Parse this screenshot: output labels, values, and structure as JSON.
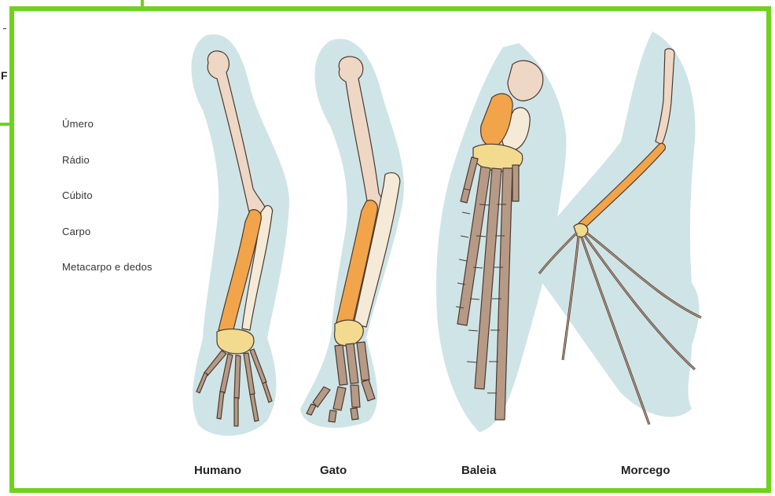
{
  "corner": {
    "letter": "F"
  },
  "legend": {
    "items": [
      {
        "label": "Úmero",
        "color": "#efd7c5"
      },
      {
        "label": "Rádio",
        "color": "#f2a44a"
      },
      {
        "label": "Cúbito",
        "color": "#f5ead7"
      },
      {
        "label": "Carpo",
        "color": "#f2da8e"
      },
      {
        "label": "Metacarpo e dedos",
        "color": "#b69a86"
      }
    ]
  },
  "captions": {
    "human": "Humano",
    "cat": "Gato",
    "whale": "Baleia",
    "bat": "Morcego"
  },
  "colors": {
    "frame": "#6fd21c",
    "silhouette": "#cfe4e6",
    "outline": "#4a3a30"
  }
}
